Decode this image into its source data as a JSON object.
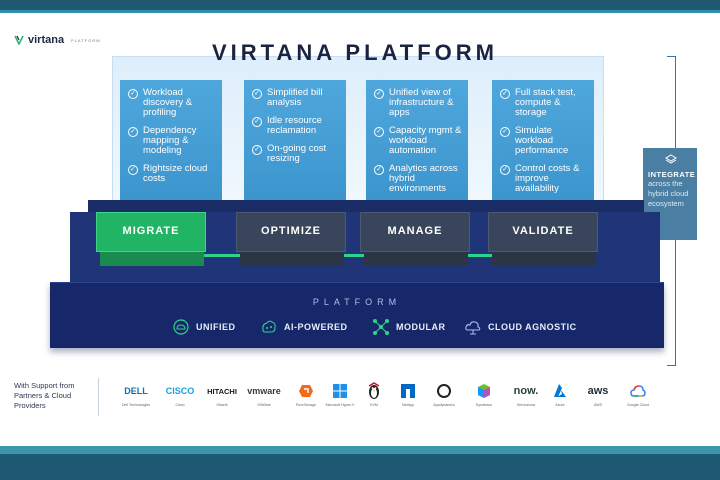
{
  "brand": {
    "name": "virtana",
    "sub": "PLATFORM"
  },
  "title": "VIRTANA PLATFORM",
  "columns": [
    {
      "label": "MIGRATE",
      "items": [
        "Workload discovery & profiling",
        "Dependency mapping & modeling",
        "Rightsize cloud costs"
      ]
    },
    {
      "label": "OPTIMIZE",
      "items": [
        "Simplified bill analysis",
        "Idle resource reclamation",
        "On-going cost resizing"
      ]
    },
    {
      "label": "MANAGE",
      "items": [
        "Unified view of infrastructure & apps",
        "Capacity mgmt & workload automation",
        "Analytics across hybrid environments"
      ]
    },
    {
      "label": "VALIDATE",
      "items": [
        "Full stack test, compute & storage",
        "Simulate workload performance",
        "Control costs & improve availability"
      ]
    }
  ],
  "integrate": {
    "title": "INTEGRATE",
    "description": "across the hybrid cloud ecosystem"
  },
  "platform": {
    "label": "PLATFORM",
    "features": [
      {
        "label": "UNIFIED",
        "icon": "unified-cloud-icon"
      },
      {
        "label": "AI-POWERED",
        "icon": "ai-brain-icon"
      },
      {
        "label": "MODULAR",
        "icon": "modular-nodes-icon"
      },
      {
        "label": "CLOUD AGNOSTIC",
        "icon": "cloud-agnostic-icon"
      }
    ]
  },
  "support": {
    "label": "With Support from Partners & Cloud Providers",
    "partners": [
      {
        "logo": "DELL",
        "name": "Dell Technologies",
        "color": "#0a70b8"
      },
      {
        "logo": "CISCO",
        "name": "Cisco",
        "color": "#1ba0d7"
      },
      {
        "logo": "HITACHI",
        "name": "Hitachi",
        "color": "#1a1a1a"
      },
      {
        "logo": "vmware",
        "name": "VMWare",
        "color": "#3a3a3a"
      },
      {
        "logo": "",
        "name": "PureStorage",
        "color": "#f26b1d"
      },
      {
        "logo": "",
        "name": "Microsoft Hyper-V",
        "color": "#1e90e8"
      },
      {
        "logo": "",
        "name": "KVM",
        "color": "#c8102e"
      },
      {
        "logo": "",
        "name": "NetApp",
        "color": "#0067c5"
      },
      {
        "logo": "",
        "name": "Appdynamics",
        "color": "#222222"
      },
      {
        "logo": "",
        "name": "Dynatrace",
        "color": "#6bbf2c"
      },
      {
        "logo": "now.",
        "name": "Servicenow",
        "color": "#293e40"
      },
      {
        "logo": "",
        "name": "Azure",
        "color": "#0078d4"
      },
      {
        "logo": "aws",
        "name": "AWS",
        "color": "#232f3e"
      },
      {
        "logo": "",
        "name": "Google Cloud",
        "color": "#4285f4"
      }
    ]
  }
}
